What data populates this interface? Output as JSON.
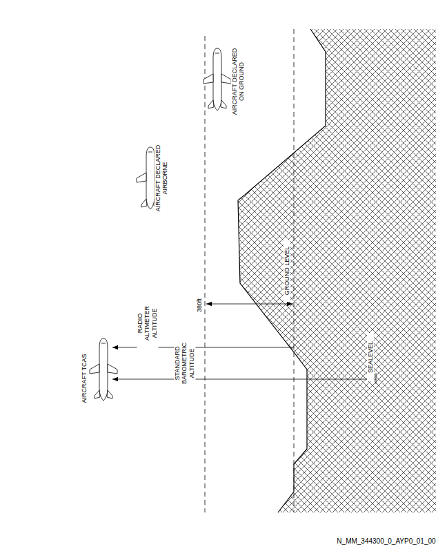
{
  "diagram": {
    "labels": [
      "AIRCRAFT DECLARED ON GROUND",
      "AIRCRAFT DECLARED AIRBORNE",
      "AIRCRAFT TCAS",
      "RADIO ALTIMETER ALTITUDE",
      "STANDARD BAROMETRIC ALTITUDE",
      "380ft",
      "GROUND LEVEL",
      "SEALEVEL",
      "N_MM_344300_0_AYP0_01_00"
    ]
  }
}
